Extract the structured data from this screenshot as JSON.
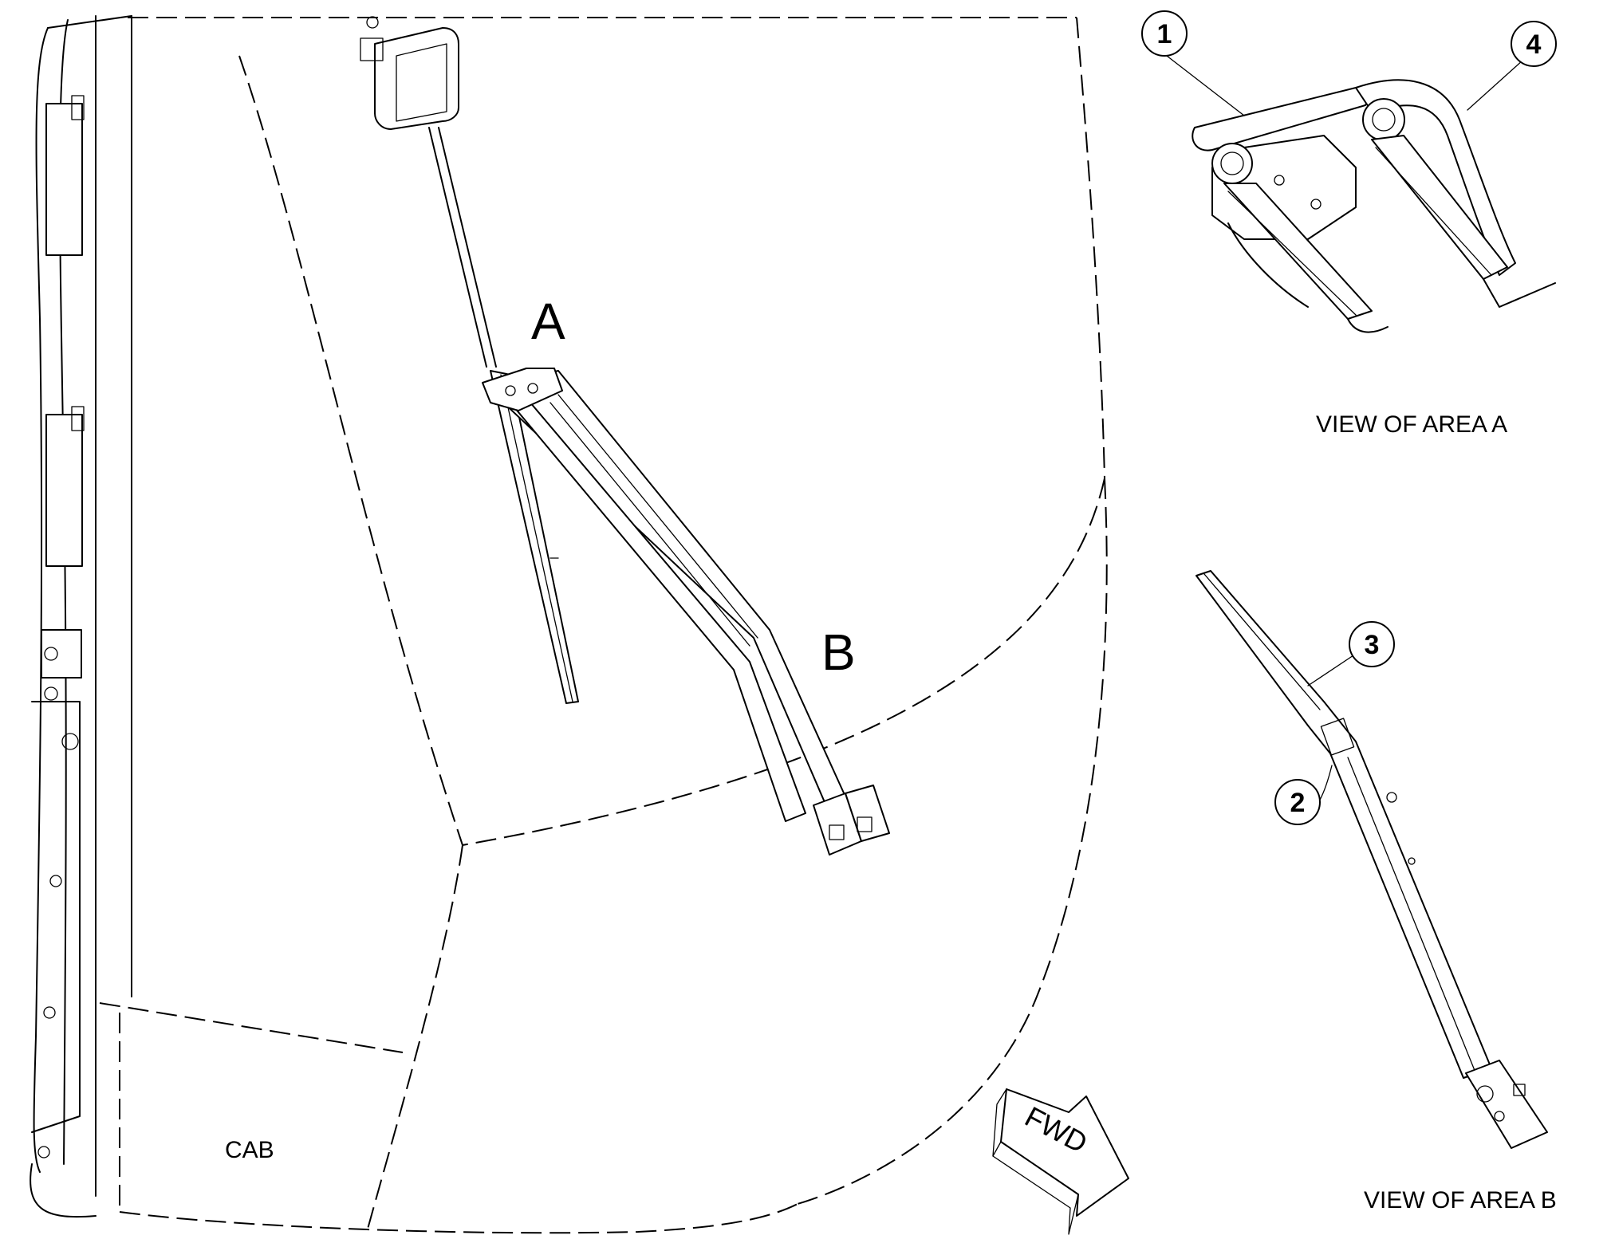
{
  "labels": {
    "area_a": "A",
    "area_b": "B",
    "cab": "CAB",
    "fwd": "FWD",
    "view_a": "VIEW OF AREA  A",
    "view_b": "VIEW OF AREA  B"
  },
  "callouts": [
    "1",
    "2",
    "3",
    "4"
  ],
  "colors": {
    "line": "#000000",
    "background": "#ffffff"
  }
}
